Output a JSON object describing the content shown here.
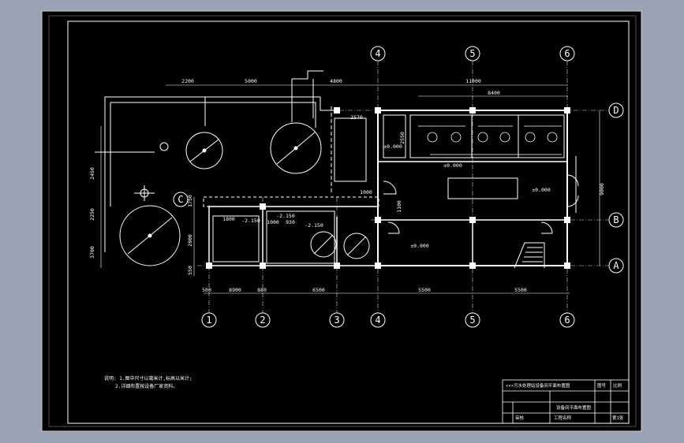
{
  "colors": {
    "bg": "#9aa3b3",
    "sheet": "#000000",
    "line": "#ffffff",
    "axis": "#d8d8d8"
  },
  "grid_top": {
    "c4": "4",
    "c5": "5",
    "c6": "6"
  },
  "grid_bottom": {
    "c1": "1",
    "c2": "2",
    "c3": "3",
    "c4": "4",
    "c5": "5",
    "c6": "6"
  },
  "grid_rows": {
    "d": "D",
    "c": "C",
    "b": "B",
    "a": "A"
  },
  "dims": {
    "top_2200": "2200",
    "top_5000": "5000",
    "top_4800": "4800",
    "top_11000": "11000",
    "top_8400": "8400",
    "bot_500": "500",
    "bot_8900": "8900",
    "bot_880": "880",
    "bot_6500": "6500",
    "bot_5500": "5500",
    "bot_5500b": "5500",
    "left_2450": "2450",
    "left_2250": "2250",
    "left_3700": "3700",
    "left_2800": "2800",
    "left_1750": "1750",
    "left_550": "550",
    "right_9000": "9000",
    "d_2570": "2570",
    "d_2550": "2550",
    "d_1000": "1000",
    "d_1100": "1100",
    "d_150": "±0.000",
    "lvl_a": "±0.000",
    "lvl_b": "±0.000",
    "lvl_c": "-2.150",
    "lvl_d": "-2.150",
    "lvl_e": "-2.150",
    "d_1000b": "1000",
    "d_930": "930",
    "d_1800": "1800"
  },
  "notes": {
    "line1": "说明: 1.图中尺寸以毫米计,标高以米计;",
    "line2": "2.详细布置按设备厂家资料。"
  },
  "title_block": {
    "r1": "×××污水处理站设备间平面布置图",
    "r1b": "图号",
    "r1c": "比例",
    "r2": "设备间平面布置图",
    "r3": "工程名称",
    "r4": "审核",
    "r5": "第1张"
  }
}
